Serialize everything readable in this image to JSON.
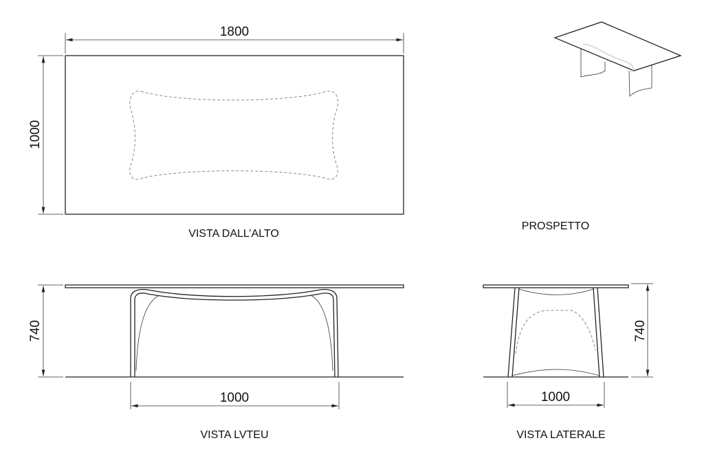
{
  "top_view": {
    "label": "VISTA DALL’ALTO",
    "width_dim": "1800",
    "depth_dim": "1000"
  },
  "perspective": {
    "label": "PROSPETTO"
  },
  "front_view": {
    "label": "VISTA LVTEU",
    "height_dim": "740",
    "base_dim": "1000"
  },
  "side_view": {
    "label": "VISTA LATERALE",
    "height_dim": "740",
    "base_dim": "1000"
  }
}
